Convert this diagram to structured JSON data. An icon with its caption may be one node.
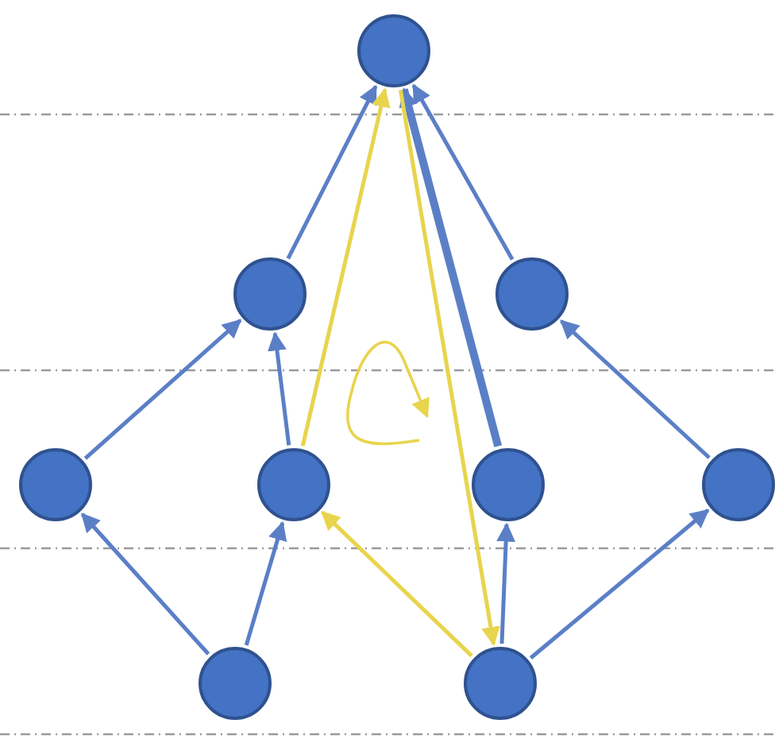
{
  "diagram": {
    "nodes": [
      {
        "text": [],
        "shape": "circle"
      },
      {
        "text": [],
        "shape": "circle"
      },
      {
        "text": [],
        "shape": "circle"
      },
      {
        "text": [],
        "shape": "circle"
      },
      {
        "text": [],
        "shape": "circle"
      },
      {
        "text": [],
        "shape": "circle"
      },
      {
        "text": [],
        "shape": "circle"
      },
      {
        "text": [],
        "shape": "circle"
      },
      {
        "text": [],
        "shape": "circle"
      }
    ],
    "edges": [
      {
        "from": 3,
        "to": 1,
        "arrow": "to"
      },
      {
        "from": 4,
        "to": 1,
        "arrow": "to"
      },
      {
        "from": 1,
        "to": 0,
        "arrow": "to"
      },
      {
        "from": 5,
        "to": 0,
        "arrow": "to",
        "style": "thick"
      },
      {
        "from": 2,
        "to": 0,
        "arrow": "to"
      },
      {
        "from": 6,
        "to": 2,
        "arrow": "to"
      },
      {
        "from": 7,
        "to": 3,
        "arrow": "to"
      },
      {
        "from": 7,
        "to": 4,
        "arrow": "to"
      },
      {
        "from": 8,
        "to": 5,
        "arrow": "to"
      },
      {
        "from": 8,
        "to": 6,
        "arrow": "to"
      },
      {
        "from": 4,
        "to": 0,
        "arrow": "to",
        "color": "#e8d44d"
      },
      {
        "from": 0,
        "to": 8,
        "arrow": "to",
        "color": "#e8d44d"
      },
      {
        "from": 8,
        "to": 4,
        "arrow": "to",
        "color": "#e8d44d"
      }
    ]
  }
}
